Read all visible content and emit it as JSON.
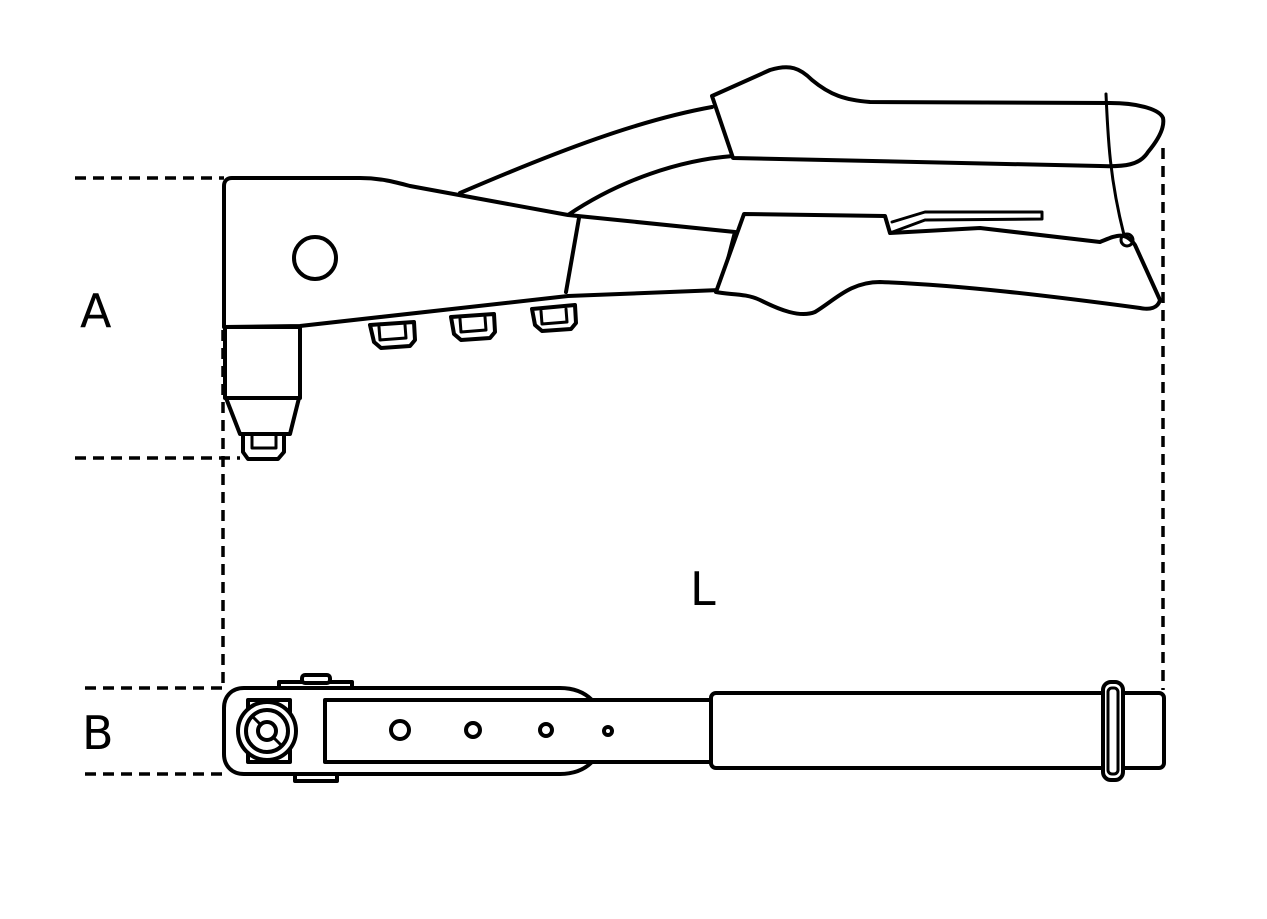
{
  "diagram": {
    "subject": "Hand riveter (rivet nut tool) dimension drawing",
    "views": [
      "side-view",
      "top-view"
    ],
    "stroke_color": "#000000",
    "background_color": "#ffffff"
  },
  "dimensions": {
    "height_label": "A",
    "length_label": "L",
    "width_label": "B"
  },
  "parts": {
    "side_view": {
      "spare_nozzles_count": 3,
      "head_pivot_hole": true,
      "handle_lock_ring": true
    },
    "top_view": {
      "frame_holes_count": 4
    }
  }
}
